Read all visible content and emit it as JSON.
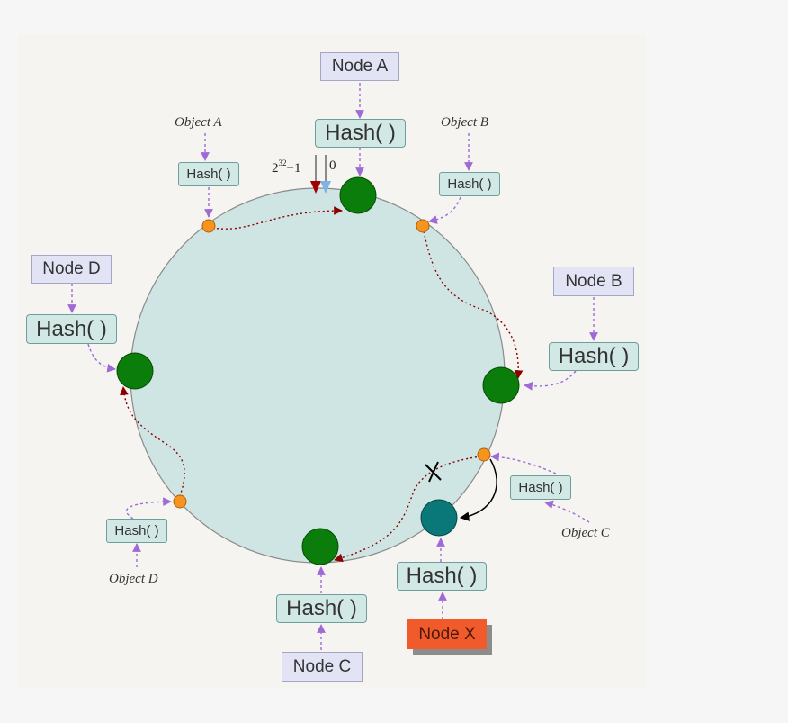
{
  "nodes": {
    "a": "Node A",
    "b": "Node B",
    "c": "Node C",
    "d": "Node D",
    "x": "Node X"
  },
  "hash_label": "Hash( )",
  "objects": {
    "a": "Object A",
    "b": "Object B",
    "c": "Object C",
    "d": "Object D"
  },
  "ring_markers": {
    "max_base": "2",
    "max_exp": "32",
    "max_suffix": "−1",
    "zero": "0"
  },
  "colors": {
    "ring_fill": "#cfe5e3",
    "node_green": "#0a7d0a",
    "node_new": "#0a7878",
    "object_dot": "#f7941d",
    "arrow_purple": "#9e6ad6",
    "path_dark_red": "#8b0000",
    "node_x_orange": "#f15a2b"
  }
}
